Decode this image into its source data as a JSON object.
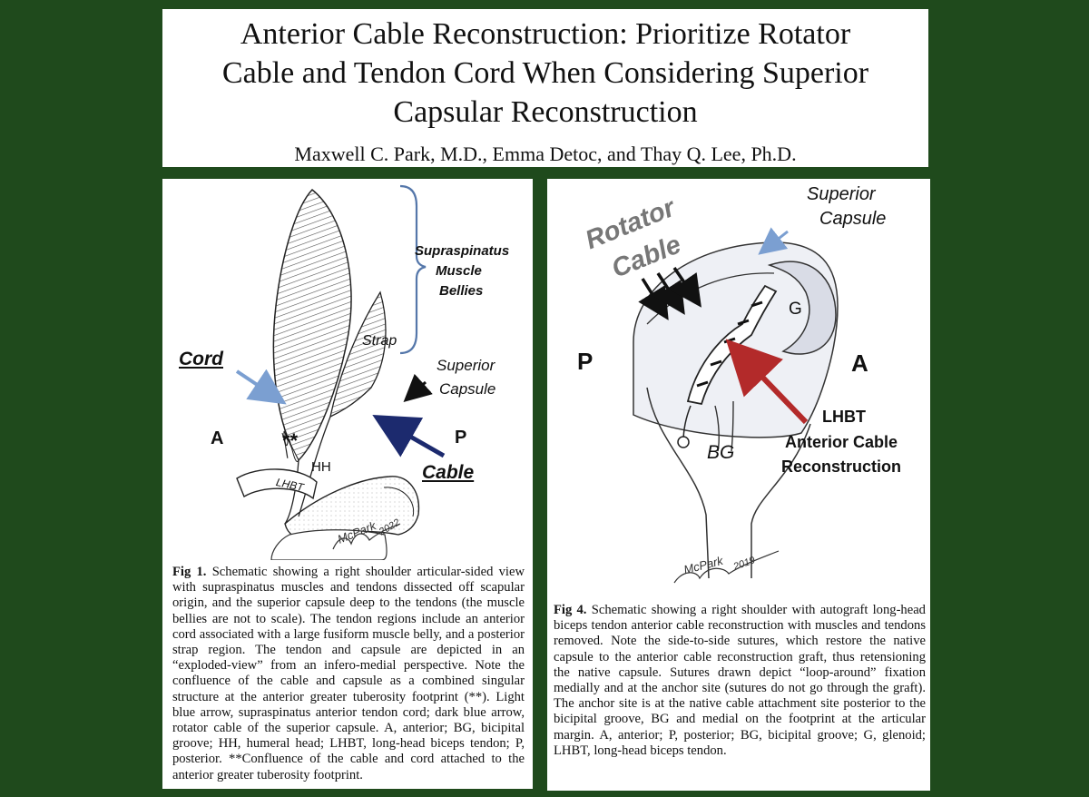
{
  "header": {
    "title_line1": "Anterior Cable Reconstruction: Prioritize Rotator",
    "title_line2": "Cable and Tendon Cord When Considering Superior",
    "title_line3": "Capsular Reconstruction",
    "authors": "Maxwell C. Park, M.D., Emma Detoc, and Thay Q. Lee, Ph.D."
  },
  "fig1": {
    "labels": {
      "supraspinatus_1": "Supraspinatus",
      "supraspinatus_2": "Muscle",
      "supraspinatus_3": "Bellies",
      "strap": "Strap",
      "cord": "Cord",
      "superior_capsule_1": "Superior",
      "superior_capsule_2": "Capsule",
      "anterior": "A",
      "posterior": "P",
      "confluence": "**",
      "humeral_head": "HH",
      "lhbt": "LHBT",
      "cable": "Cable",
      "signature": "McPark",
      "year": "2022"
    },
    "caption_label": "Fig 1.",
    "caption_text": "Schematic showing a right shoulder articular-sided view with supraspinatus muscles and tendons dissected off scapular origin, and the superior capsule deep to the tendons (the muscle bellies are not to scale). The tendon regions include an anterior cord associated with a large fusiform muscle belly, and a posterior strap region. The tendon and capsule are depicted in an “exploded-view” from an infero-medial perspective. Note the confluence of the cable and capsule as a combined singular structure at the anterior greater tuberosity footprint (**). Light blue arrow, supraspinatus anterior tendon cord; dark blue arrow, rotator cable of the superior capsule. A, anterior; BG, bicipital groove; HH, humeral head; LHBT, long-head biceps tendon; P, posterior. **Confluence of the cable and cord attached to the anterior greater tuberosity footprint."
  },
  "fig4": {
    "labels": {
      "superior_capsule_1": "Superior",
      "superior_capsule_2": "Capsule",
      "rotator": "Rotator",
      "cable": "Cable",
      "posterior": "P",
      "anterior": "A",
      "glenoid": "G",
      "bicipital_groove": "BG",
      "lhbt_1": "LHBT",
      "lhbt_2": "Anterior Cable",
      "lhbt_3": "Reconstruction",
      "signature": "McPark",
      "year": "2019"
    },
    "caption_label": "Fig 4.",
    "caption_text": "Schematic showing a right shoulder with autograft long-head biceps tendon anterior cable reconstruction with muscles and tendons removed. Note the side-to-side sutures, which restore the native capsule to the anterior cable reconstruction graft, thus retensioning the native capsule. Sutures drawn depict “loop-around” fixation medially and at the anchor site (sutures do not go through the graft). The anchor site is at the native cable attachment site posterior to the bicipital groove, BG and medial on the footprint at the articular margin. A, anterior; P, posterior; BG, bicipital groove; G, glenoid; LHBT, long-head biceps tendon."
  },
  "colors": {
    "background": "#1f4a1c",
    "light_blue_arrow": "#7b9fd1",
    "dark_blue_arrow": "#1c2a6e",
    "red_arrow": "#b32a2a"
  }
}
